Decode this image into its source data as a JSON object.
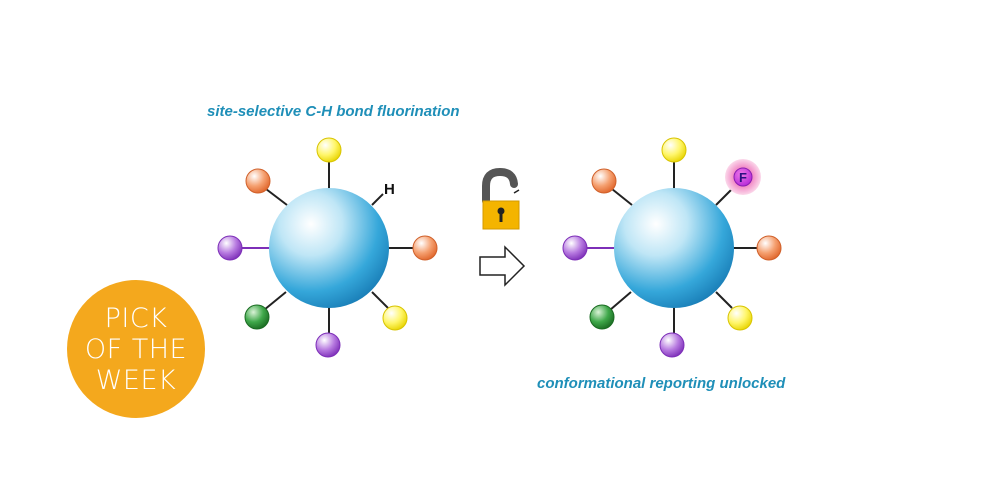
{
  "captions": {
    "left": "site-selective C-H bond fluorination",
    "right": "conformational reporting unlocked"
  },
  "badge": {
    "lines": [
      "PICK",
      "OF THE",
      "WEEK"
    ],
    "color": "#f4a81d"
  },
  "atom_labels": {
    "hydrogen": "H",
    "fluorine": "F"
  },
  "colors": {
    "caption": "#1f8fb8",
    "core": "#29a6d9",
    "orange_ball": "#f08a3c",
    "yellow_ball": "#ffef2a",
    "purple_ball": "#a355d6",
    "green_ball": "#2f9a3a",
    "fluorine_halo": "#f2a8c8",
    "fluorine_core": "#c24be0",
    "lock_body": "#f4b400"
  },
  "icons": {
    "lock": "unlocked-padlock-icon",
    "arrow": "right-arrow-icon"
  }
}
